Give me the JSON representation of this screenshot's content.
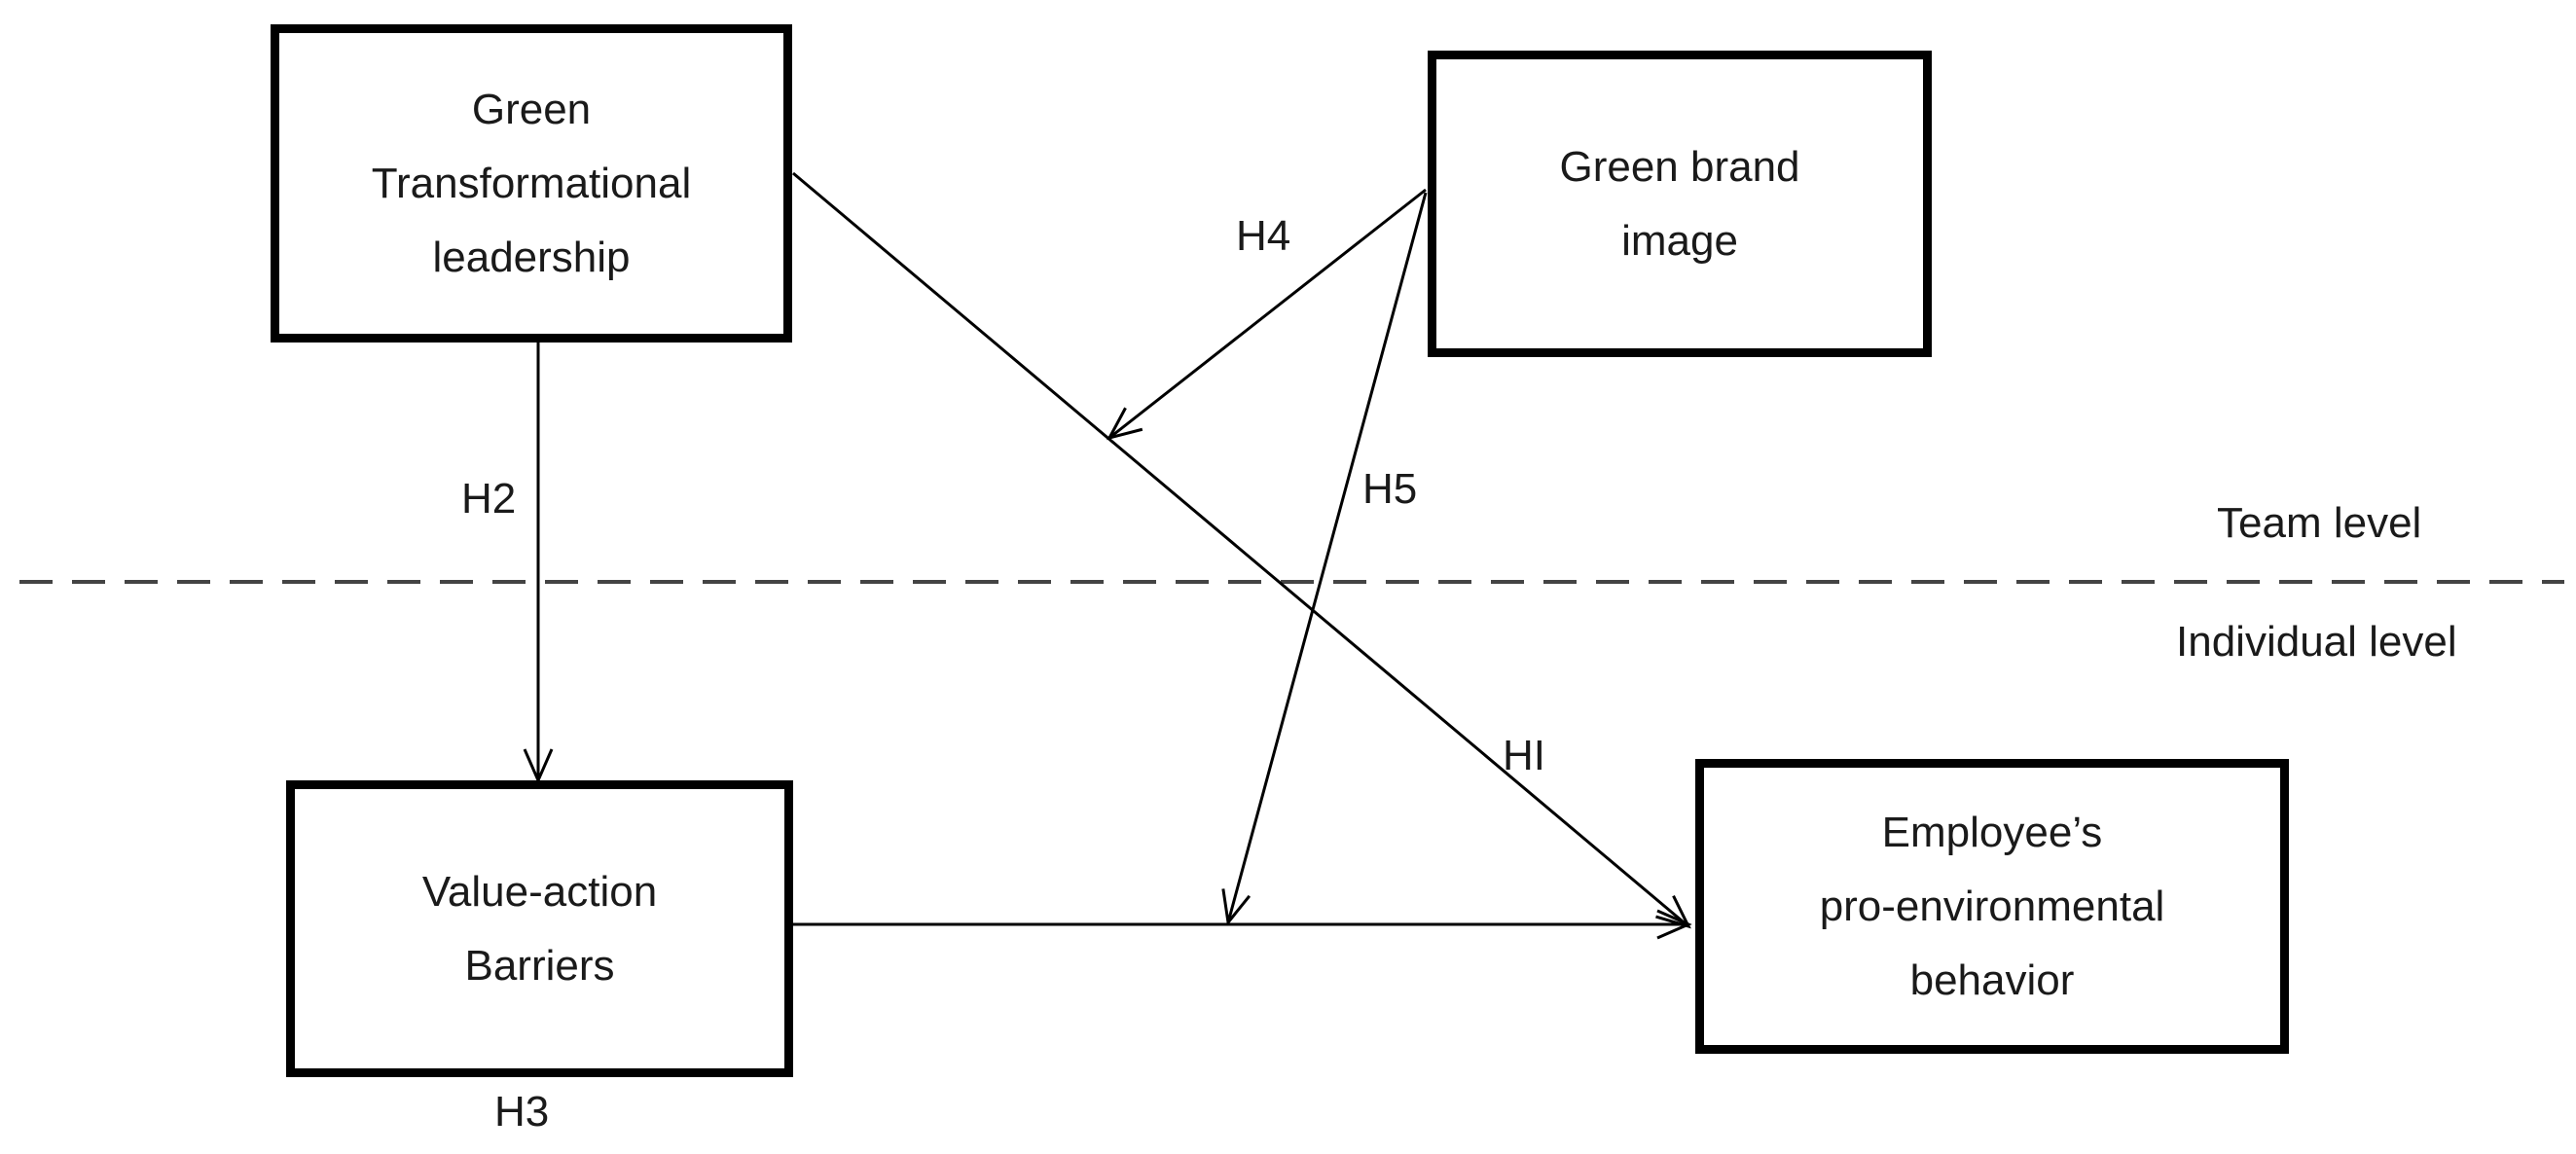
{
  "diagram": {
    "nodes": {
      "gtl": {
        "lines": [
          "Green",
          "Transformational",
          "leadership"
        ]
      },
      "gbi": {
        "lines": [
          "Green brand",
          "image"
        ]
      },
      "vab": {
        "lines": [
          "Value-action",
          "Barriers"
        ]
      },
      "epb": {
        "lines": [
          "Employee’s",
          "pro-environmental",
          "behavior"
        ]
      }
    },
    "hypotheses": {
      "h1": "HI",
      "h2": "H2",
      "h3": "H3",
      "h4": "H4",
      "h5": "H5"
    },
    "levels": {
      "team": "Team level",
      "individual": "Individual level"
    },
    "edges": [
      {
        "from": "gtl",
        "to": "epb",
        "label": "HI"
      },
      {
        "from": "gtl",
        "to": "vab",
        "label": "H2"
      },
      {
        "from": "vab",
        "to": "epb",
        "label": "H3"
      },
      {
        "from": "gbi",
        "to": "HI path",
        "label": "H4"
      },
      {
        "from": "gbi",
        "to": "H3 path",
        "label": "H5"
      }
    ],
    "colors": {
      "stroke": "#000000",
      "text": "#1a1a1a",
      "divider": "#444444"
    }
  }
}
